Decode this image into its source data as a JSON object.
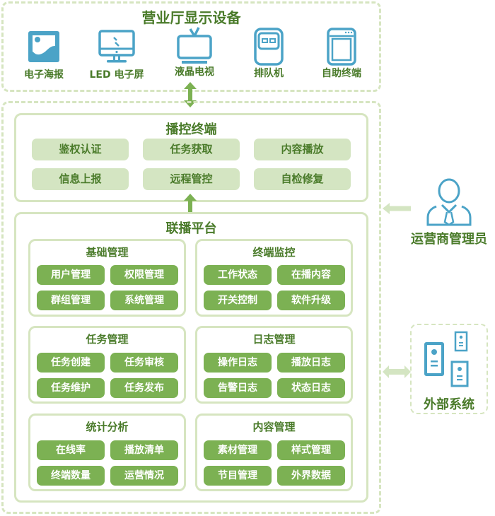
{
  "display_devices": {
    "title": "营业厅显示设备",
    "items": [
      {
        "label": "电子海报",
        "icon": "poster-image-icon"
      },
      {
        "label": "LED 电子屏",
        "icon": "monitor-icon"
      },
      {
        "label": "液晶电视",
        "icon": "tv-icon"
      },
      {
        "label": "排队机",
        "icon": "queue-machine-icon"
      },
      {
        "label": "自助终端",
        "icon": "kiosk-icon"
      }
    ]
  },
  "terminal": {
    "title": "播控终端",
    "items": [
      "鉴权认证",
      "任务获取",
      "内容播放",
      "信息上报",
      "远程管控",
      "自检修复"
    ]
  },
  "platform": {
    "title": "联播平台",
    "modules": [
      {
        "title": "基础管理",
        "items": [
          "用户管理",
          "权限管理",
          "群组管理",
          "系统管理"
        ]
      },
      {
        "title": "终端监控",
        "items": [
          "工作状态",
          "在播内容",
          "开关控制",
          "软件升级"
        ]
      },
      {
        "title": "任务管理",
        "items": [
          "任务创建",
          "任务审核",
          "任务维护",
          "任务发布"
        ]
      },
      {
        "title": "日志管理",
        "items": [
          "操作日志",
          "播放日志",
          "告警日志",
          "状态日志"
        ]
      },
      {
        "title": "统计分析",
        "items": [
          "在线率",
          "播放清单",
          "终端数量",
          "运营情况"
        ]
      },
      {
        "title": "内容管理",
        "items": [
          "素材管理",
          "样式管理",
          "节目管理",
          "外界数据"
        ]
      }
    ]
  },
  "actors": {
    "admin": {
      "label": "运营商管理员",
      "icon": "admin-person-icon"
    },
    "external": {
      "label": "外部系统",
      "icon": "servers-icon"
    }
  },
  "colors": {
    "title_green": "#4a7b2a",
    "button_green": "#7cb153",
    "light_green": "#d4e5c2",
    "border_green": "#d6e5c0",
    "icon_blue": "#4ba3c7"
  }
}
